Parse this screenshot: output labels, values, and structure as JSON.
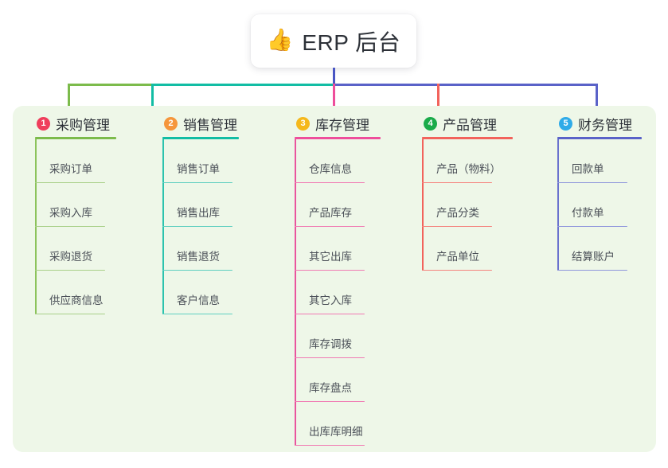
{
  "root": {
    "icon": "thumbs-up",
    "icon_glyph": "👍",
    "title": "ERP 后台"
  },
  "canvas": {
    "background": "#ffffff",
    "panel_background": "#eef7e8"
  },
  "connector_colors": {
    "stem": "#4a56c4",
    "bus_left": "#7cbb4b",
    "bus_mid": "#12bda4",
    "bus_right": "#5a62c8",
    "drop_1": "#7cbb4b",
    "drop_2": "#12bda4",
    "drop_3": "#ef5aa0",
    "drop_4": "#f2635c",
    "drop_5": "#5a62c8"
  },
  "columns": [
    {
      "number": "1",
      "title": "采购管理",
      "badge_color": "#ef3e5c",
      "accent": "#7cbb4b",
      "leaf_accent": "#a9d089",
      "spine_color": "#8cc35c",
      "items": [
        "采购订单",
        "采购入库",
        "采购退货",
        "供应商信息"
      ]
    },
    {
      "number": "2",
      "title": "销售管理",
      "badge_color": "#f5963c",
      "accent": "#12bda4",
      "leaf_accent": "#5fcfc0",
      "spine_color": "#2cc3ae",
      "items": [
        "销售订单",
        "销售出库",
        "销售退货",
        "客户信息"
      ]
    },
    {
      "number": "3",
      "title": "库存管理",
      "badge_color": "#f5b81c",
      "accent": "#ee4e9b",
      "leaf_accent": "#f07bb3",
      "spine_color": "#e9559e",
      "items": [
        "仓库信息",
        "产品库存",
        "其它出库",
        "其它入库",
        "库存调拨",
        "库存盘点",
        "出库库明细"
      ]
    },
    {
      "number": "4",
      "title": "产品管理",
      "badge_color": "#1aab4a",
      "accent": "#f2635c",
      "leaf_accent": "#f5837e",
      "spine_color": "#f2635c",
      "items": [
        "产品（物料）",
        "产品分类",
        "产品单位"
      ]
    },
    {
      "number": "5",
      "title": "财务管理",
      "badge_color": "#2fabe8",
      "accent": "#5a62c8",
      "leaf_accent": "#8f96dc",
      "spine_color": "#6a72ce",
      "items": [
        "回款单",
        "付款单",
        "结算账户"
      ]
    }
  ]
}
